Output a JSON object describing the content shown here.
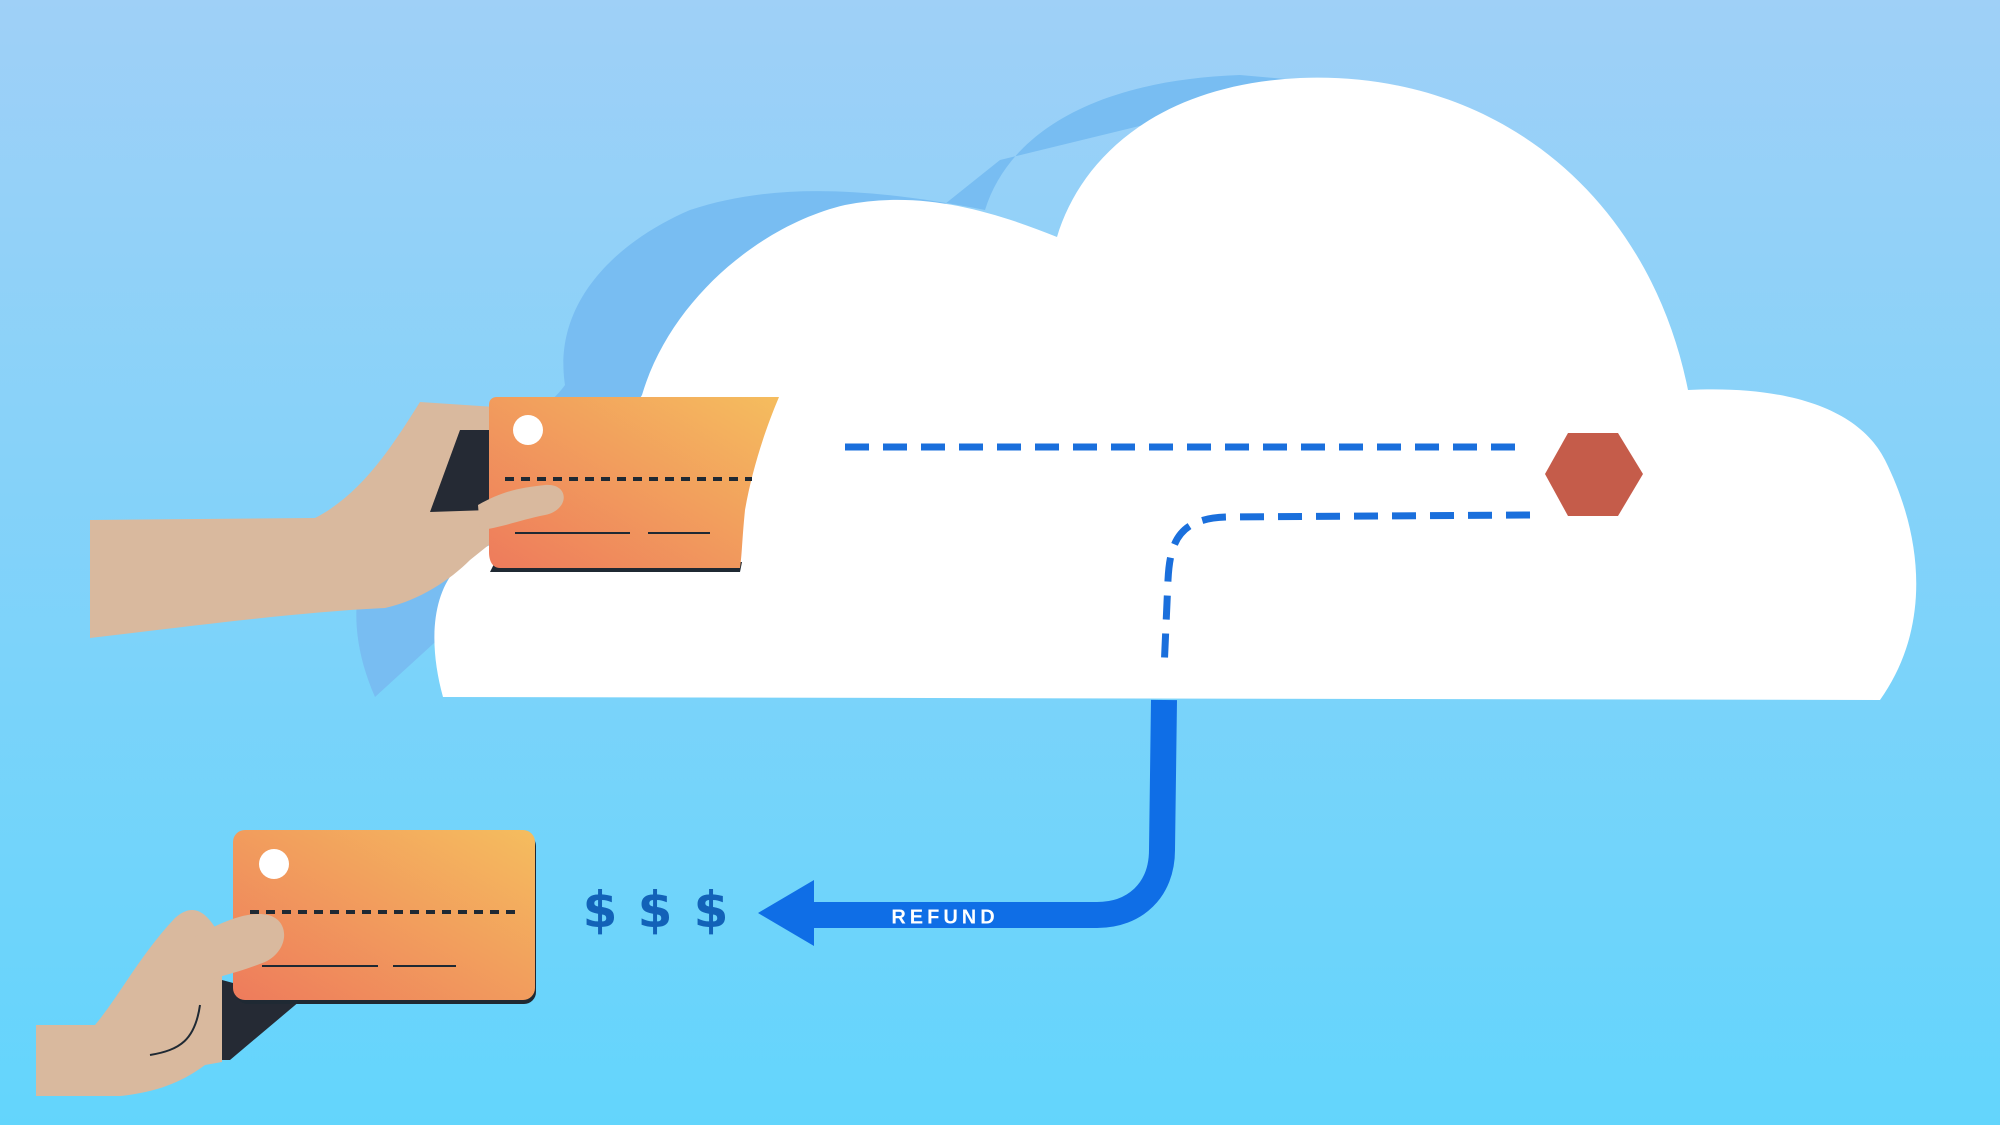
{
  "diagram": {
    "refund_label": "REFUND",
    "dollar_signs": [
      "$",
      "$",
      "$"
    ]
  },
  "colors": {
    "sky_top": "#9fd0f7",
    "sky_bottom": "#63d5fc",
    "cloud": "#ffffff",
    "cloud_shadow": "#78bdf2",
    "card_orange": "#ee7b5c",
    "card_yellow": "#f5bd5e",
    "card_edge": "#1f2933",
    "skin": "#d9b99e",
    "sleeve": "#252a34",
    "dashed_line": "#1a6fdc",
    "refund_arrow": "#0f6ee6",
    "hexagon": "#c55c4a",
    "dollar": "#1262b8"
  },
  "icons": {
    "hand_with_card_top": "hand-holding-credit-card",
    "hand_with_card_bottom": "hand-holding-credit-card",
    "checkpoint": "hexagon",
    "refund_arrow": "left-arrow"
  }
}
